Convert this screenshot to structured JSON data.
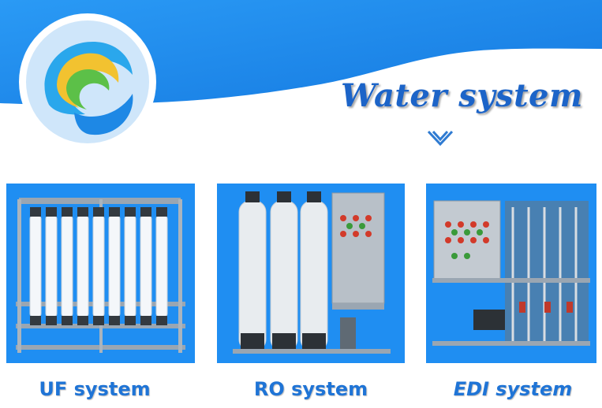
{
  "header": {
    "title": "Water system"
  },
  "products": [
    {
      "label": "UF system"
    },
    {
      "label": "RO system"
    },
    {
      "label": "EDI system"
    }
  ],
  "colors": {
    "banner_blue": "#1f8ef2",
    "headline_blue": "#1c64c8",
    "caption_blue": "#1f74d6",
    "panel_blue": "#1f8ef2"
  },
  "icons": {
    "logo": "wave-logo-icon",
    "chevron": "chevron-down-icon"
  }
}
